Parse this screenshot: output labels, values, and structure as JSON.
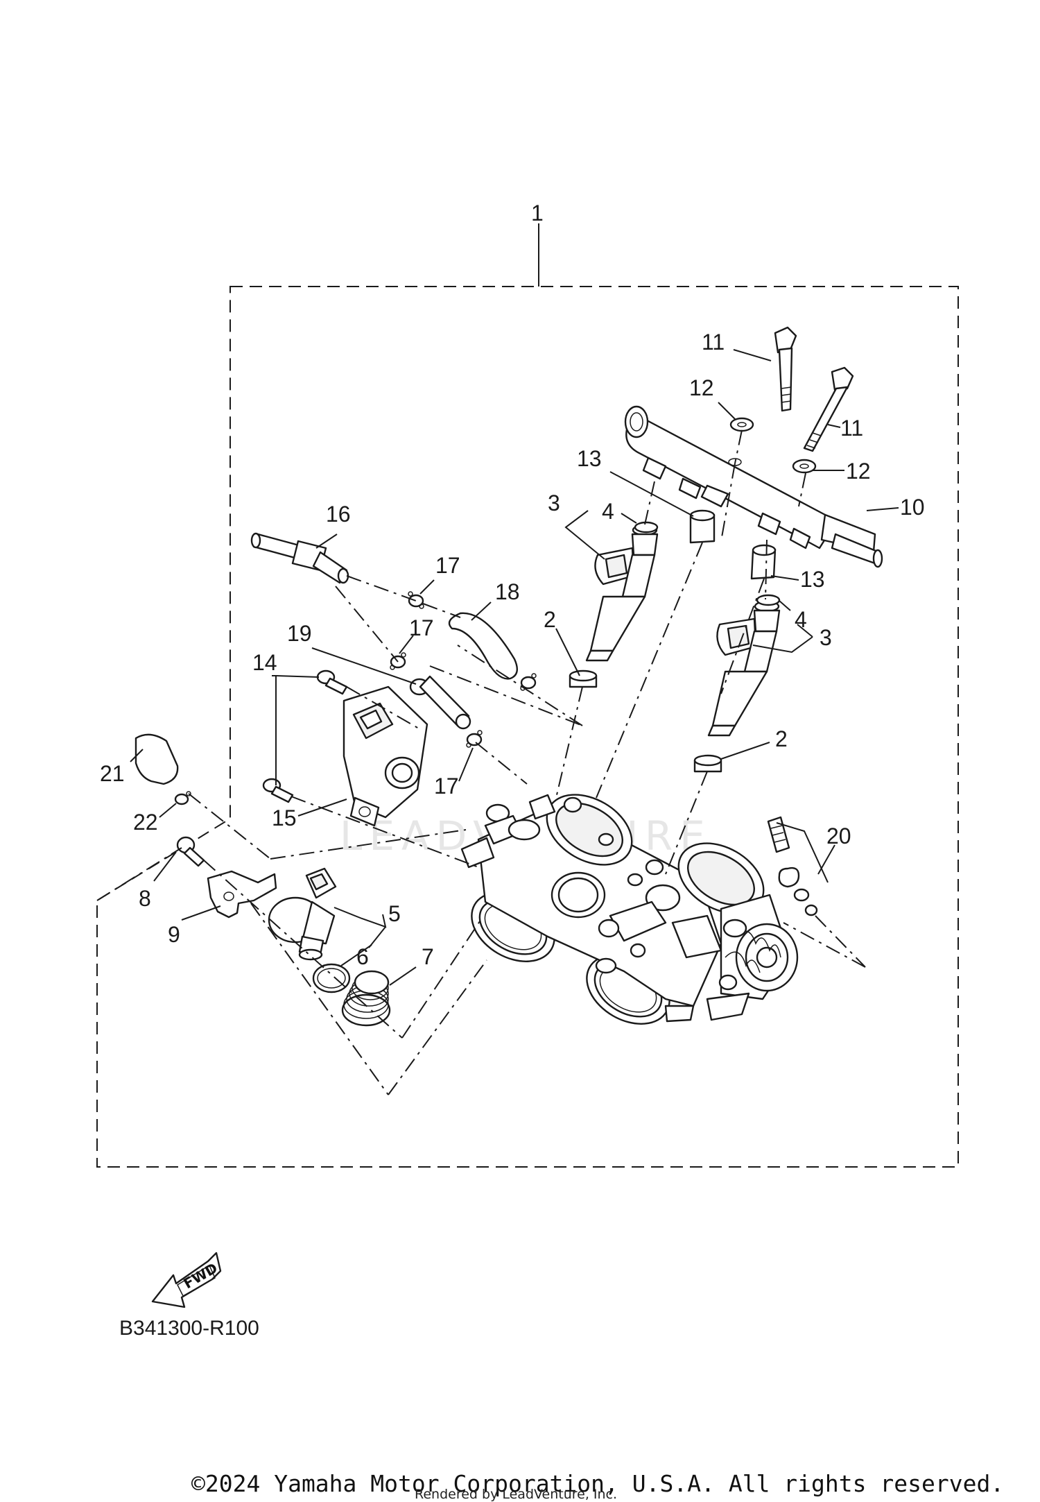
{
  "callouts": {
    "c1": "1",
    "c2a": "2",
    "c2b": "2",
    "c3a": "3",
    "c3b": "3",
    "c4a": "4",
    "c4b": "4",
    "c5": "5",
    "c6": "6",
    "c7": "7",
    "c8": "8",
    "c9": "9",
    "c10": "10",
    "c11a": "11",
    "c11b": "11",
    "c12a": "12",
    "c12b": "12",
    "c13a": "13",
    "c13b": "13",
    "c14": "14",
    "c15": "15",
    "c16": "16",
    "c17a": "17",
    "c17b": "17",
    "c17c": "17",
    "c18": "18",
    "c19": "19",
    "c20": "20",
    "c21": "21",
    "c22": "22"
  },
  "fwd_label": "FWD",
  "diagram_code": "B341300-R100",
  "copyright": "©2024 Yamaha Motor Corporation, U.S.A. All rights reserved.",
  "rendered_by": "Rendered by LeadVenture, Inc.",
  "watermark": "LEADVENTURE"
}
